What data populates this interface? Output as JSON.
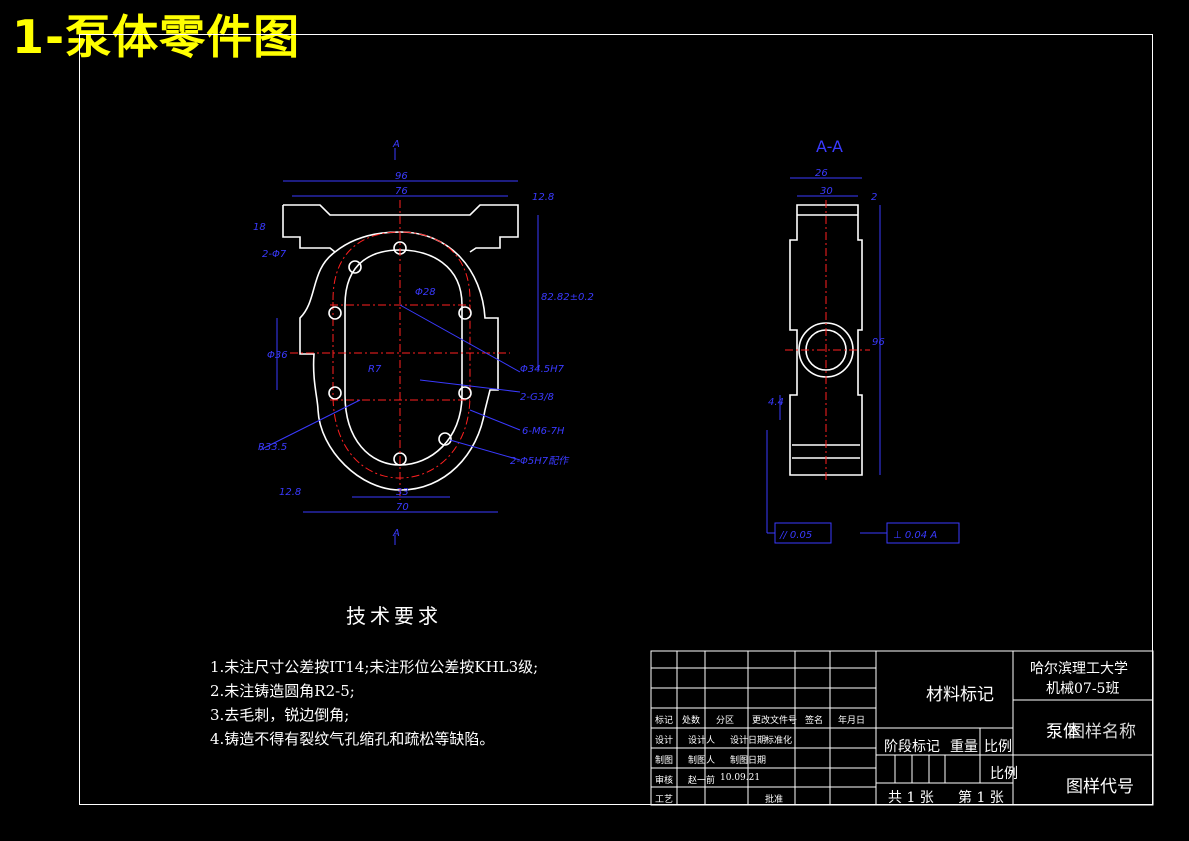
{
  "title": "1-泵体零件图",
  "section_label": "A-A",
  "cut_mark": "A",
  "dimensions": {
    "front": [
      "96",
      "76",
      "12.8",
      "18",
      "2-Φ7",
      "82.82±0.2",
      "Φ34.5H7",
      "Φ36",
      "Φ28",
      "R7",
      "2-G3/8",
      "6-M6-7H",
      "2-Φ5H7配作",
      "R33.5",
      "12.8",
      "33",
      "70"
    ],
    "side": [
      "26",
      "30",
      "96",
      "4.4",
      "2"
    ],
    "tolerances": [
      "// 0.05",
      "⊥ 0.04 A"
    ]
  },
  "requirements": {
    "heading": "技术要求",
    "items": [
      "1.未注尺寸公差按IT14;未注形位公差按KHL3级;",
      "2.未注铸造圆角R2-5;",
      "3.去毛刺，锐边倒角;",
      "4.铸造不得有裂纹气孔缩孔和疏松等缺陷。"
    ]
  },
  "title_block": {
    "row_labels": [
      "标记",
      "处数",
      "分区",
      "更改文件号",
      "签名",
      "年月日"
    ],
    "design": [
      "设计",
      "设计人",
      "设计日期",
      "标准化"
    ],
    "drawing": [
      "制图",
      "制图人",
      "制图日期"
    ],
    "review": [
      "审核",
      "赵一前",
      "10.09.21"
    ],
    "process": [
      "工艺",
      "批准"
    ],
    "material_mark": "材料标记",
    "university": "哈尔滨理工大学",
    "class": "机械07-5班",
    "part_name_a": "泵体",
    "part_name_b": "图样名称",
    "stage_mark": "阶段标记",
    "weight": "重量",
    "scale": "比例",
    "scale2": "比例",
    "total_sheets": "共 1 张",
    "sheet_no": "第 1 张",
    "drawing_code": "图样代号"
  }
}
